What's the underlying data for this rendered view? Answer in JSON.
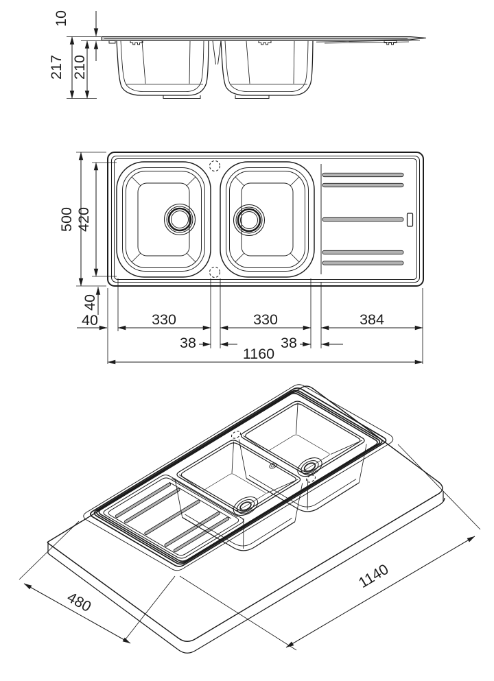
{
  "document": {
    "type": "technical dimension drawing",
    "subject": "double-bowl kitchen sink with right drainer",
    "bowl_count": 2,
    "drainer_groove_count": 5,
    "background": "#ffffff"
  },
  "colors": {
    "line": "#1c1c1c",
    "metal_gray": "#c6c6c6",
    "band_gray": "#b2b2b2",
    "rib_gray": "#b2b2b2"
  },
  "views": {
    "side": {
      "title": "front elevation",
      "dims": {
        "rim_thickness": "10",
        "overall_height": "217",
        "depth_below_rim": "210"
      }
    },
    "plan": {
      "title": "top plan",
      "dims": {
        "overall_depth": "500",
        "inner_depth": "420",
        "edge_offset_vertical": "40",
        "edge_offset_horizontal": "40",
        "left_bowl_width": "330",
        "gap_left": "38",
        "right_bowl_width": "330",
        "gap_right": "38",
        "drainer_length": "384",
        "overall_length": "1160"
      }
    },
    "iso": {
      "title": "isometric cut-out",
      "dims": {
        "cutout_depth": "480",
        "cutout_length": "1140"
      }
    }
  }
}
